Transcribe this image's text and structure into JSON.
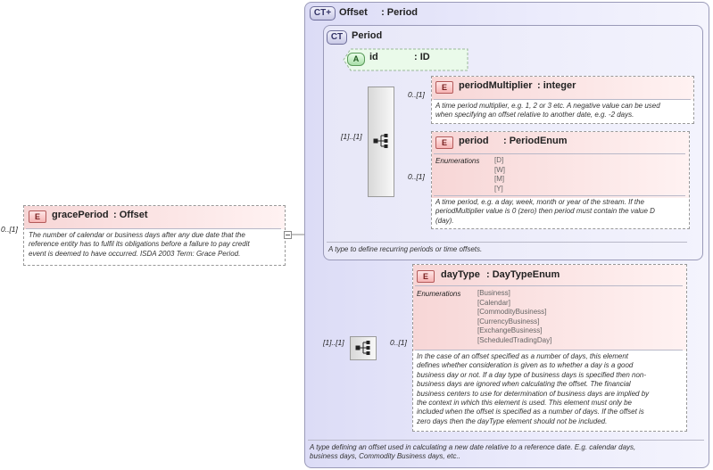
{
  "grace_period": {
    "badge": "E",
    "name": "gracePeriod",
    "type": ": Offset",
    "cardinality": "0..[1]",
    "doc": [
      "The number of calendar or business days after any due date that the",
      "reference entity has to fulfil its obligations before a failure to pay credit",
      "event is deemed to have occurred. ISDA 2003 Term: Grace Period."
    ]
  },
  "offset": {
    "badge": "CT",
    "name": "Offset",
    "type": ": Period",
    "doc": [
      "A type defining an offset used in calculating a new date relative to a reference date. E.g. calendar days,",
      "business days, Commodity Business days, etc.."
    ]
  },
  "period_type": {
    "badge": "CT",
    "name": "Period",
    "doc": "A type to define recurring periods or time offsets."
  },
  "id_attr": {
    "badge": "A",
    "name": "id",
    "type": ": ID"
  },
  "seq1": {
    "cardinality": "[1]..[1]"
  },
  "period_multiplier": {
    "badge": "E",
    "name": "periodMultiplier",
    "type": ": integer",
    "cardinality": "0..[1]",
    "doc": [
      "A time period multiplier, e.g. 1, 2 or 3 etc. A negative value can be used",
      "when specifying an offset relative to another date, e.g. -2 days."
    ]
  },
  "period": {
    "badge": "E",
    "name": "period",
    "type": ": PeriodEnum",
    "cardinality": "0..[1]",
    "enum_label": "Enumerations",
    "enums": [
      "[D]",
      "[W]",
      "[M]",
      "[Y]"
    ],
    "doc": [
      "A time period, e.g. a day, week, month or year of the stream. If the",
      "periodMultiplier value is 0 (zero) then period must contain the value D",
      "(day)."
    ]
  },
  "seq2": {
    "cardinality": "[1]..[1]"
  },
  "day_type": {
    "badge": "E",
    "name": "dayType",
    "type": ": DayTypeEnum",
    "cardinality": "0..[1]",
    "enum_label": "Enumerations",
    "enums": [
      "[Business]",
      "[Calendar]",
      "[CommodityBusiness]",
      "[CurrencyBusiness]",
      "[ExchangeBusiness]",
      "[ScheduledTradingDay]"
    ],
    "doc": [
      "In the case of an offset specified as a number of days, this element",
      "defines whether consideration is given as to whether a day is a good",
      "business day or not. If a day type of business days is specified then non-",
      "business days are ignored when calculating the offset. The financial",
      "business centers to use for determination of business days are implied by",
      "the context in which this element is used. This element must only be",
      "included when the offset is specified as a number of days. If the offset is",
      "zero days then the dayType element should not be included."
    ]
  }
}
